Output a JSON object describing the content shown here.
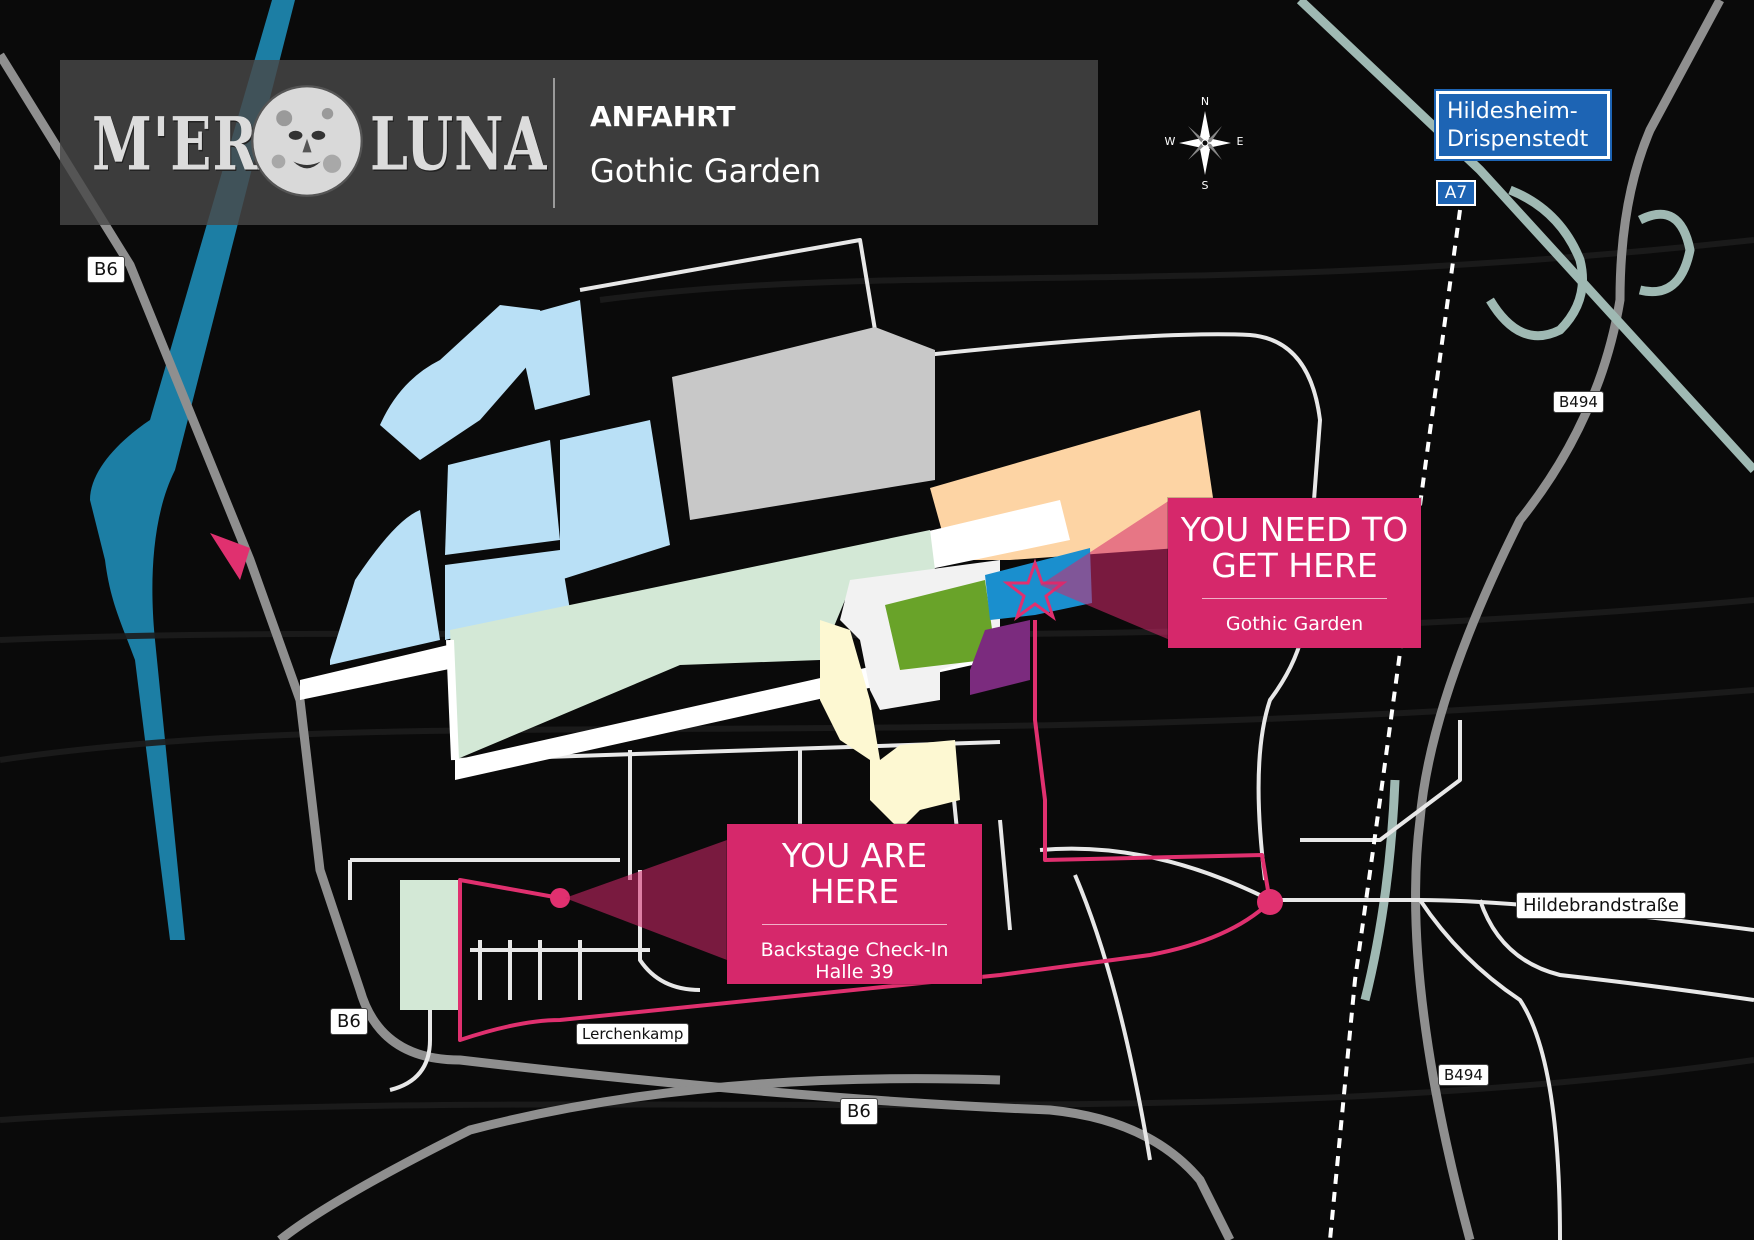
{
  "header": {
    "logo_left": "M'ERA",
    "logo_right": "LUNA",
    "title": "ANFAHRT",
    "subtitle": "Gothic Garden"
  },
  "compass": {
    "n": "N",
    "e": "E",
    "s": "S",
    "w": "W"
  },
  "highway_sign": {
    "line1": "Hildesheim-",
    "line2": "Drispenstedt",
    "route": "A7"
  },
  "road_labels": {
    "b6_north": "B6",
    "b6_west": "B6",
    "b6_south": "B6",
    "b494_north": "B494",
    "b494_south": "B494",
    "hildebrandstrasse": "Hildebrandstraße",
    "lerchenkamp": "Lerchenkamp"
  },
  "callouts": {
    "destination": {
      "line1": "YOU NEED TO",
      "line2": "GET HERE",
      "detail": "Gothic Garden"
    },
    "origin": {
      "line1": "YOU ARE",
      "line2": "HERE",
      "detail1": "Backstage Check-In",
      "detail2": "Halle 39"
    }
  },
  "colors": {
    "background": "#0a0a0a",
    "route": "#e0306f",
    "callout": "#d6286b",
    "camping": "#b9e0f6",
    "parking": "#c8c8c8",
    "runway": "#d3e8d6",
    "sand": "#fdd4a4",
    "garden_blue": "#1a8fce",
    "garden_green": "#69a329",
    "purple": "#7b2b7e",
    "yellow": "#fdf8d2",
    "river": "#1c7ea4",
    "highway_sign": "#1d64b4"
  },
  "icons": [
    "compass-rose-icon",
    "destination-star-icon",
    "origin-dot-icon",
    "direction-arrow-icon",
    "moon-face-icon"
  ]
}
